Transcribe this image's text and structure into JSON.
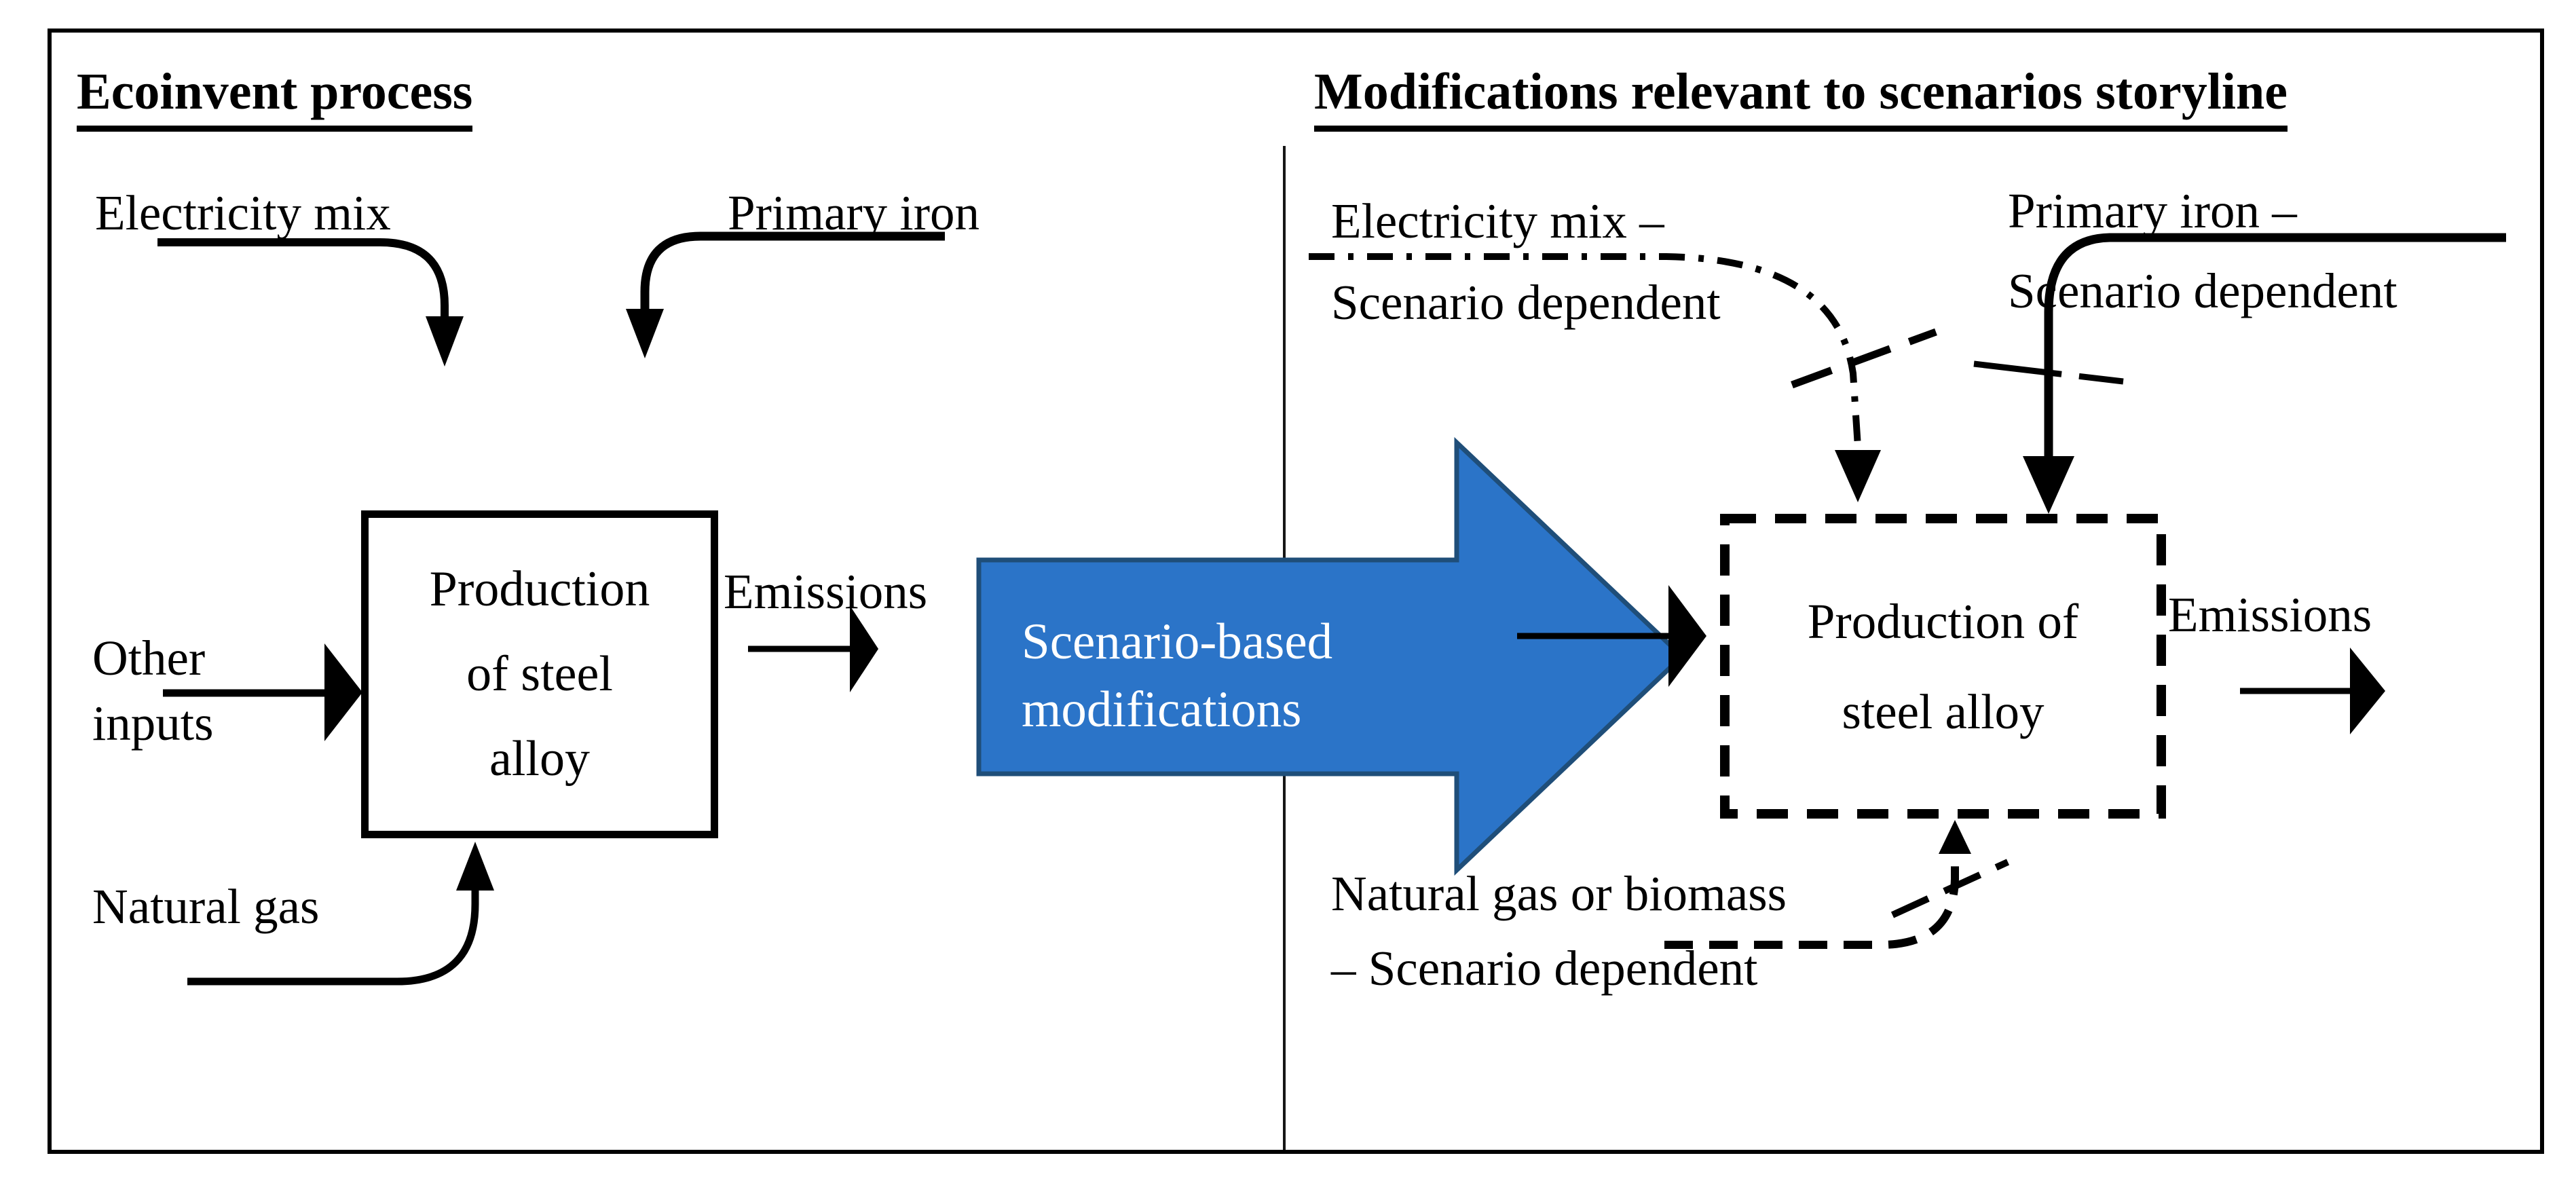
{
  "left_panel": {
    "title": "Ecoinvent process",
    "electricity_label": "Electricity mix",
    "primary_iron_label": "Primary iron",
    "other_inputs_line1": "Other",
    "other_inputs_line2": "inputs",
    "natural_gas_label": "Natural gas",
    "emissions_label": "Emissions",
    "process_box": {
      "line1": "Production",
      "line2": "of steel",
      "line3": "alloy"
    }
  },
  "transform_arrow": {
    "line1": "Scenario-based",
    "line2": "modifications"
  },
  "right_panel": {
    "title": "Modifications relevant to scenarios storyline",
    "electricity_line1": "Electricity mix –",
    "electricity_line2": "Scenario dependent",
    "primary_iron_line1": "Primary iron –",
    "primary_iron_line2": "Scenario dependent",
    "fuel_line1": "Natural gas or biomass",
    "fuel_line2": "– Scenario dependent",
    "emissions_label": "Emissions",
    "process_box": {
      "line1": "Production of",
      "line2": "steel alloy"
    }
  },
  "colors": {
    "ink": "#000000",
    "blue_fill": "#2B74C8",
    "blue_stroke": "#1F4E79",
    "arrow_text": "#FFFFFF"
  }
}
